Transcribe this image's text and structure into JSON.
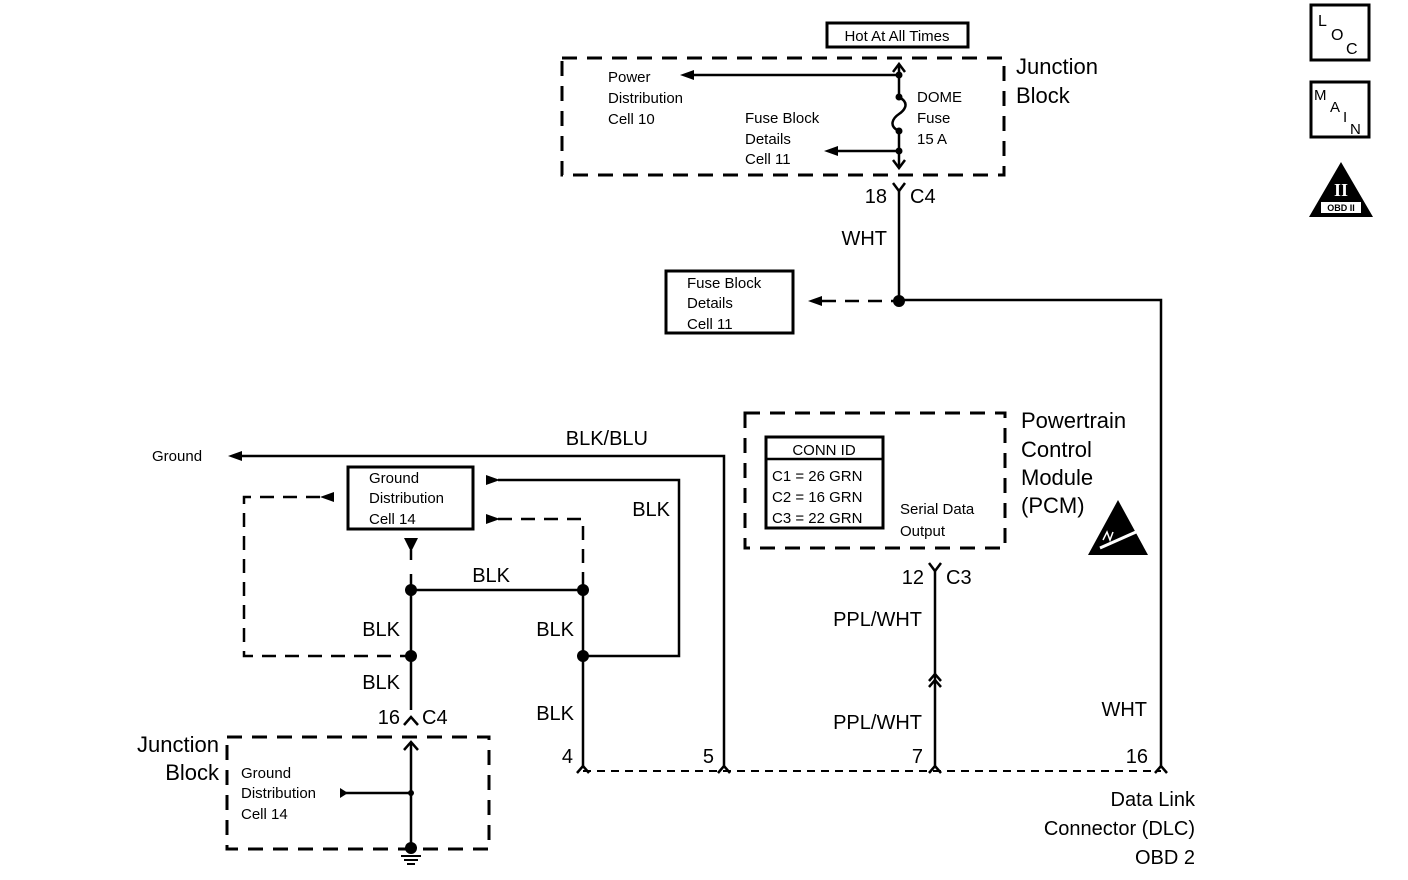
{
  "hot_at_all_times": "Hot At All Times",
  "junction_block_top": {
    "title_line1": "Junction",
    "title_line2": "Block",
    "power_dist": [
      "Power",
      "Distribution",
      "Cell 10"
    ],
    "fuse_block_details": [
      "Fuse Block",
      "Details",
      "Cell 11"
    ],
    "fuse": [
      "DOME",
      "Fuse",
      "15 A"
    ]
  },
  "connector_top": {
    "pin": "18",
    "id": "C4"
  },
  "wire_wht_top": "WHT",
  "fuse_block_box": [
    "Fuse Block",
    "Details",
    "Cell 11"
  ],
  "pcm": {
    "title": [
      "Powertrain",
      "Control",
      "Module",
      "(PCM)"
    ],
    "conn_id_header": "CONN ID",
    "conn_ids": [
      "C1 = 26 GRN",
      "C2 = 16 GRN",
      "C3 = 22 GRN"
    ],
    "serial_data": [
      "Serial Data",
      "Output"
    ]
  },
  "connector_pcm": {
    "pin": "12",
    "id": "C3"
  },
  "ground_label": "Ground",
  "wire_blk_blu": "BLK/BLU",
  "ground_dist_box": [
    "Ground",
    "Distribution",
    "Cell 14"
  ],
  "wire_labels": {
    "blk_right": "BLK",
    "blk_middle": "BLK",
    "blk_left_upper": "BLK",
    "blk_center_upper": "BLK",
    "blk_left_lower": "BLK",
    "blk_center_lower": "BLK",
    "ppl_wht_upper": "PPL/WHT",
    "ppl_wht_lower": "PPL/WHT",
    "wht_right": "WHT"
  },
  "connector_bottom": {
    "pin": "16",
    "id": "C4"
  },
  "junction_block_bottom": {
    "title_line1": "Junction",
    "title_line2": "Block",
    "ground_dist": [
      "Ground",
      "Distribution",
      "Cell 14"
    ]
  },
  "dlc": {
    "pins": [
      "4",
      "5",
      "7",
      "16"
    ],
    "title": [
      "Data Link",
      "Connector (DLC)",
      "OBD 2"
    ]
  },
  "icons": {
    "loc": [
      "L",
      "O",
      "C"
    ],
    "main": [
      "M",
      "A",
      "I",
      "N"
    ],
    "obd": {
      "numeral": "II",
      "label": "OBD II"
    }
  }
}
